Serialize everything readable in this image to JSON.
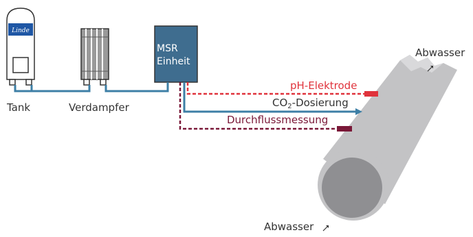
{
  "labels": {
    "tank": "Tank",
    "vaporizer": "Verdampfer",
    "msr_line1": "MSR",
    "msr_line2": "Einheit",
    "ph_electrode": "pH-Elektrode",
    "co2_prefix": "CO",
    "co2_sub": "2",
    "co2_suffix": "-Dosierung",
    "flow_measurement": "Durchflussmessung",
    "wastewater_top": "Abwasser",
    "wastewater_bottom": "Abwasser"
  },
  "logo": {
    "text": "Linde"
  },
  "colors": {
    "pipe_blue": "#3d7fa6",
    "msr_box": "#3f6d8f",
    "ph_red": "#e0333c",
    "flow_purple": "#7a1838",
    "pipe_gray": "#c3c3c5",
    "pipe_inner": "#8f8f92",
    "tank_logo_blue": "#1f57a5",
    "text": "#333333"
  },
  "icons": [
    "flow-arrow-icon",
    "linde-logo"
  ]
}
